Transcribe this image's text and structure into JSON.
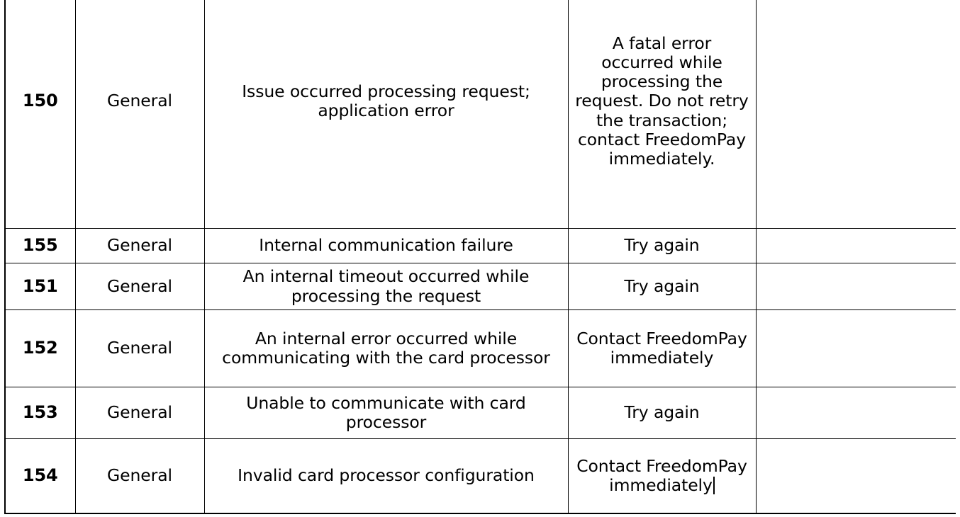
{
  "document": {
    "kind": "response-code-reference-table",
    "background_color": "#ffffff",
    "text_color": "#000000",
    "border_color": "#000000"
  },
  "table": {
    "columns": [
      {
        "key": "code",
        "header": ""
      },
      {
        "key": "type",
        "header": ""
      },
      {
        "key": "description",
        "header": ""
      },
      {
        "key": "remedy",
        "header": ""
      },
      {
        "key": "extra",
        "header": ""
      }
    ],
    "rows": [
      {
        "code": "150",
        "type": "General",
        "description": "Issue occurred processing request; application error",
        "remedy": "A fatal error occurred while processing the request. Do not retry the transaction; contact FreedomPay immediately.",
        "extra": ""
      },
      {
        "code": "155",
        "type": "General",
        "description": "Internal communication failure",
        "remedy": "Try again",
        "extra": ""
      },
      {
        "code": "151",
        "type": "General",
        "description": "An internal timeout occurred while processing the request",
        "remedy": "Try again",
        "extra": ""
      },
      {
        "code": "152",
        "type": "General",
        "description": "An internal error occurred while communicating with the card processor",
        "remedy": "Contact FreedomPay immediately",
        "extra": ""
      },
      {
        "code": "153",
        "type": "General",
        "description": "Unable to communicate with card processor",
        "remedy": "Try again",
        "extra": ""
      },
      {
        "code": "154",
        "type": "General",
        "description": "Invalid card processor configuration",
        "remedy": "Contact FreedomPay immediately",
        "extra": ""
      }
    ]
  },
  "caret": {
    "visible": true,
    "location": "end-of-row-154-remedy-cell"
  }
}
